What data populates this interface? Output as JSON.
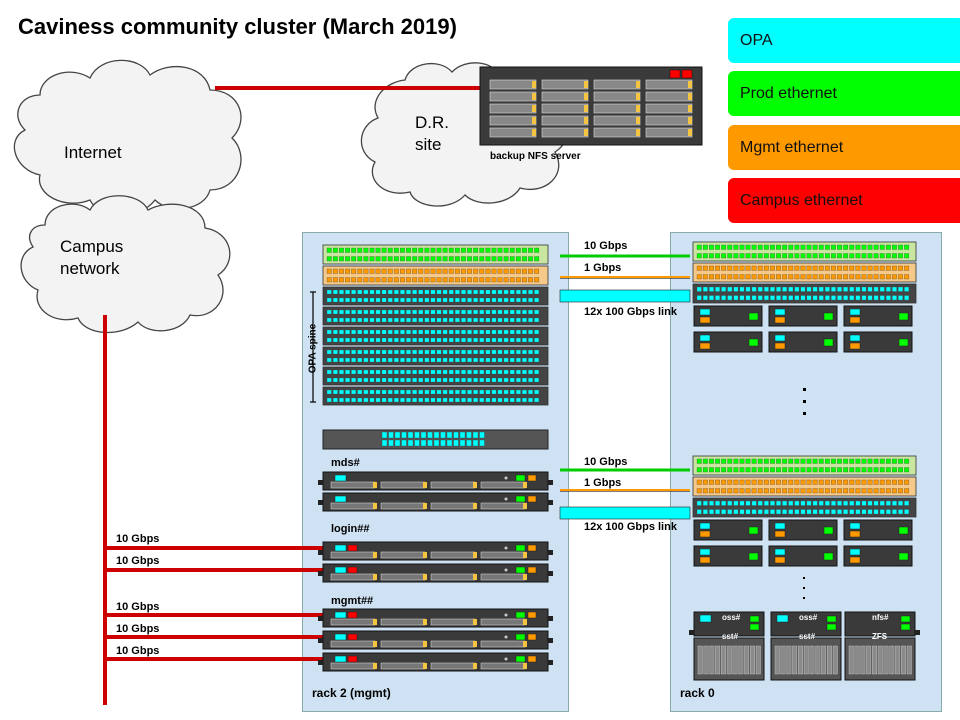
{
  "title": "Caviness community cluster (March 2019)",
  "legend": [
    {
      "label": "OPA",
      "color": "#00ffff"
    },
    {
      "label": "Prod ethernet",
      "color": "#00ff00"
    },
    {
      "label": "Mgmt ethernet",
      "color": "#ff9900"
    },
    {
      "label": "Campus ethernet",
      "color": "#ff0000"
    }
  ],
  "clouds": {
    "internet": "Internet",
    "campus": "Campus\nnetwork",
    "dr_site": "D.R.\nsite"
  },
  "backup_server_label": "backup NFS server",
  "opa_spine_label": "OPA spine",
  "rack2": {
    "label": "rack 2 (mgmt)",
    "mds_label": "mds#",
    "login_label": "login##",
    "mgmt_label": "mgmt##"
  },
  "rack0": {
    "label": "rack 0",
    "storage_labels": {
      "oss_a": "oss#",
      "oss_b": "oss#",
      "nfs": "nfs#",
      "sst_a": "sst#",
      "sst_b": "sst#",
      "zfs": "ZFS"
    }
  },
  "links": {
    "ten_gbps": "10 Gbps",
    "one_gbps": "1 Gbps",
    "opa_link": "12x 100 Gbps link"
  },
  "campus_links": [
    "10 Gbps",
    "10 Gbps",
    "10 Gbps",
    "10 Gbps",
    "10 Gbps"
  ]
}
